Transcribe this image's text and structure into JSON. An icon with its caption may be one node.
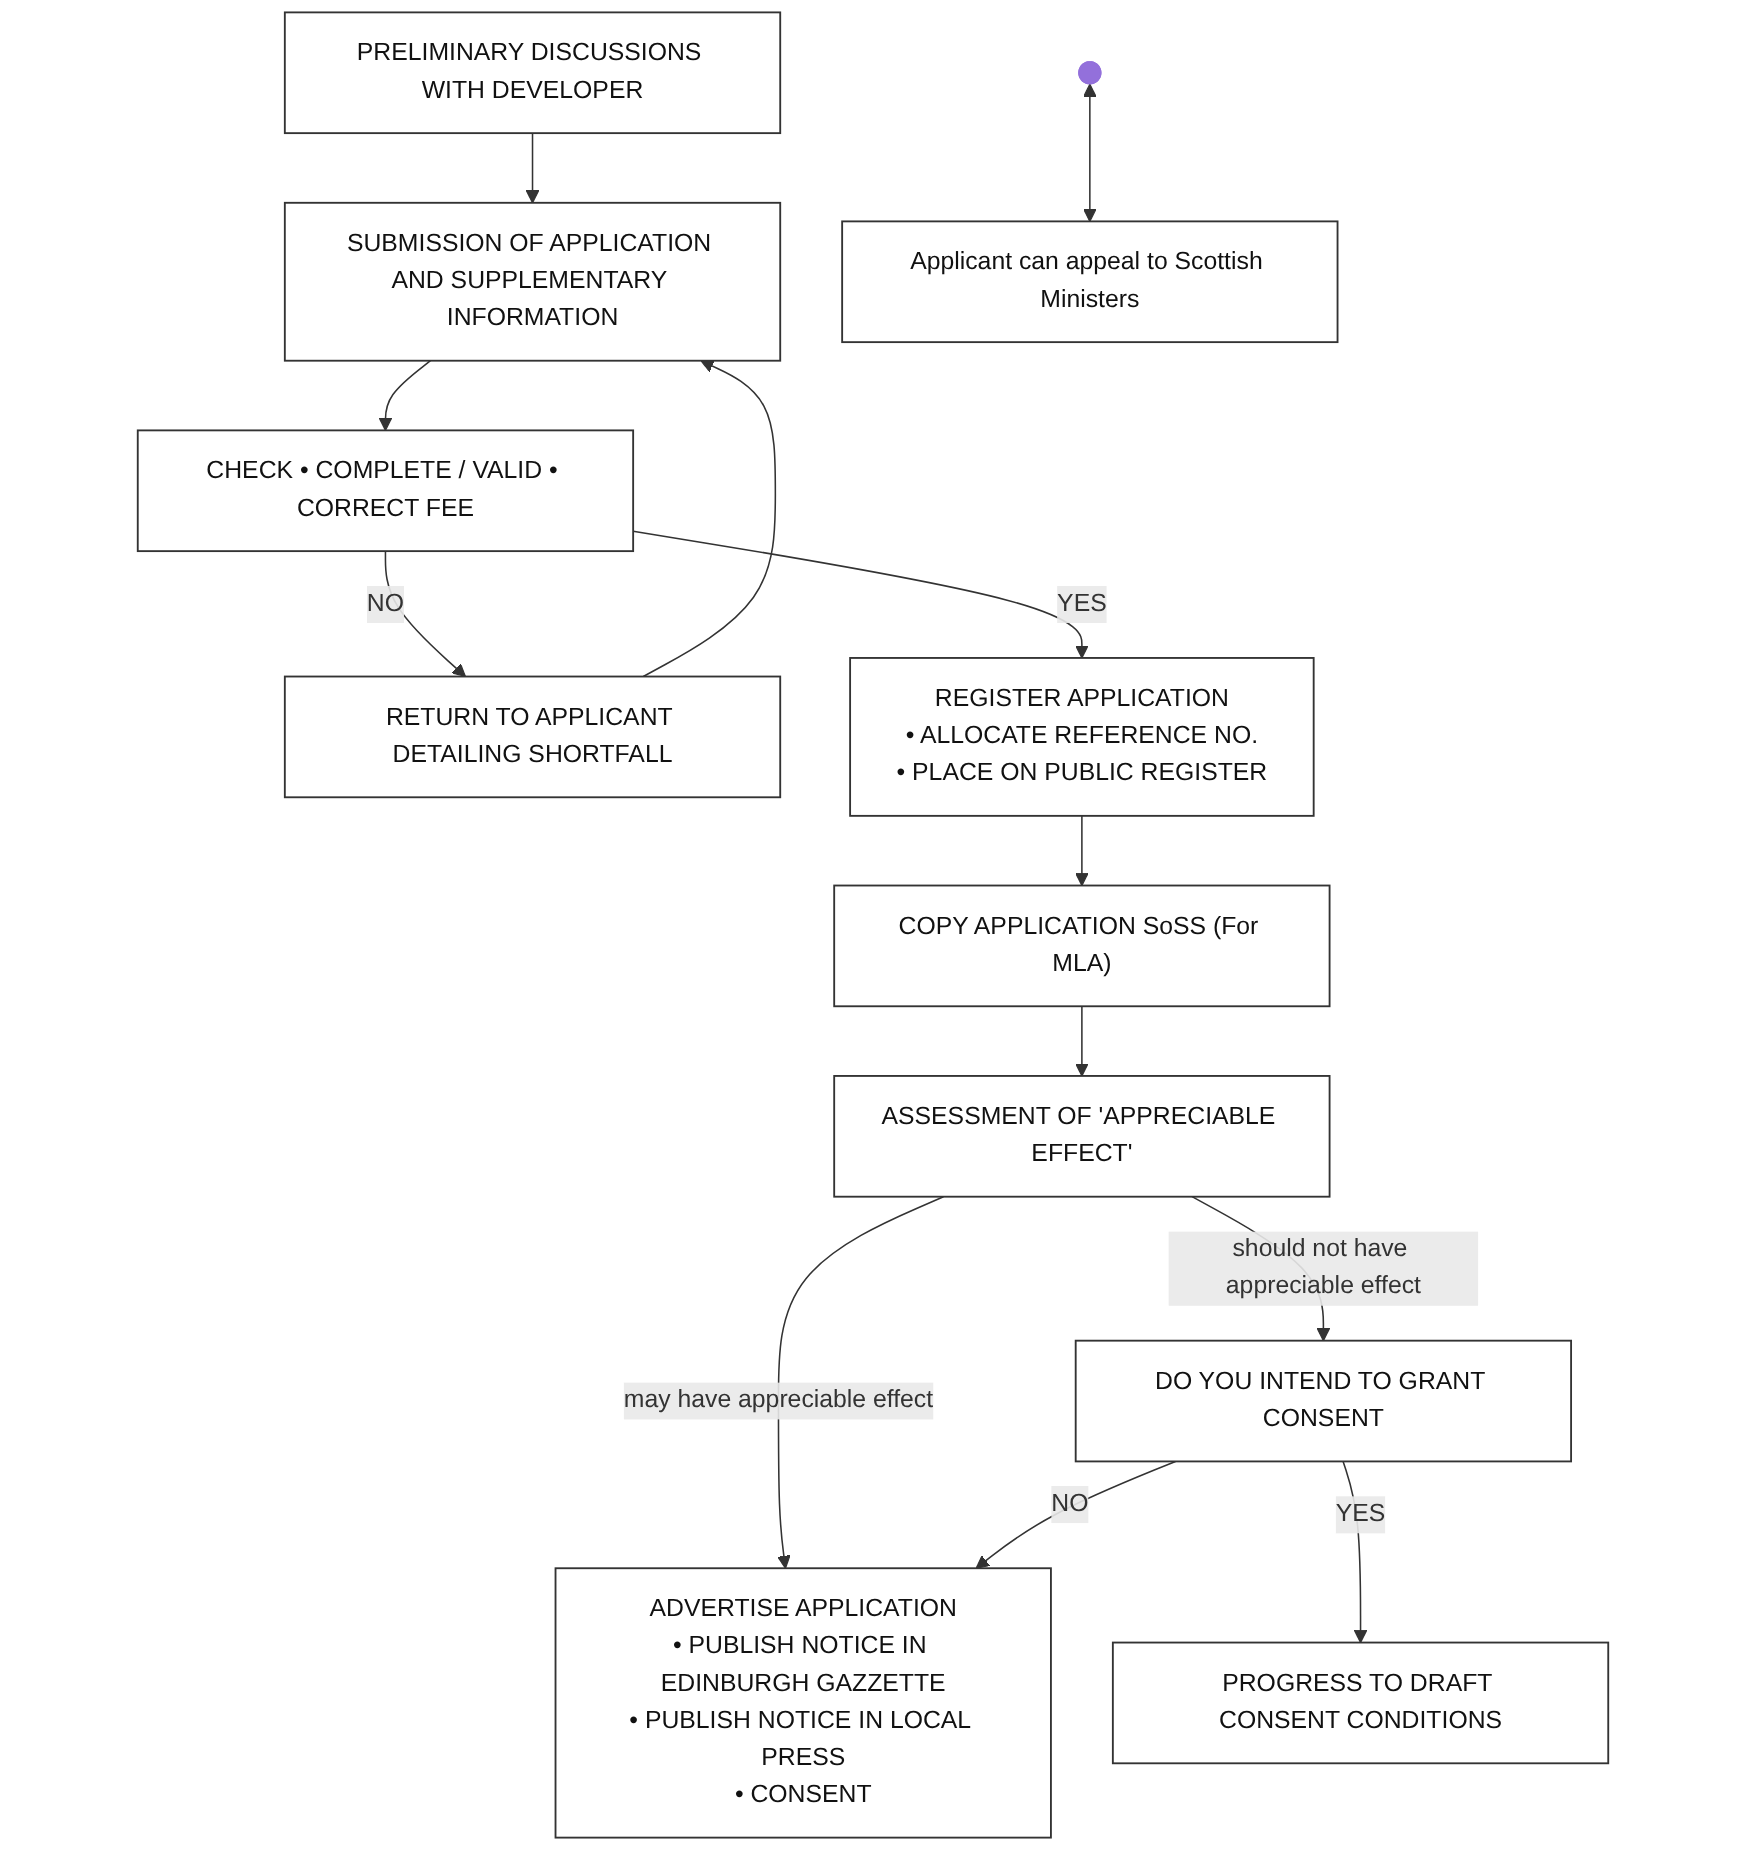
{
  "diagram": {
    "nodes": [
      {
        "text": [
          "PRELIMINARY DISCUSSIONS WITH DEVELOPER"
        ]
      },
      {
        "text": [
          "SUBMISSION OF APPLICATION AND SUPPLEMENTARY INFORMATION"
        ]
      },
      {
        "text": [
          "RETURN TO APPLICANT DETAILING SHORTFALL"
        ]
      },
      {
        "text": [
          "CHECK • COMPLETE / VALID • CORRECT FEE"
        ]
      },
      {
        "text": [
          "REGISTER APPLICATION",
          "• ALLOCATE REFERENCE NO.",
          "• PLACE ON PUBLIC REGISTER"
        ]
      },
      {
        "text": [
          "COPY APPLICATION SoSS (For MLA)"
        ]
      },
      {
        "text": [
          "ASSESSMENT OF 'APPRECIABLE EFFECT'"
        ]
      },
      {
        "text": [
          "DO YOU INTEND TO GRANT CONSENT"
        ]
      },
      {
        "text": [
          "ADVERTISE APPLICATION",
          "• PUBLISH NOTICE IN EDINBURGH GAZZETTE",
          "• PUBLISH NOTICE IN LOCAL PRESS",
          "• CONSENT"
        ]
      },
      {
        "text": [
          "PROGRESS TO DRAFT CONSENT CONDITIONS"
        ]
      },
      {
        "text": [
          "Applicant can appeal to Scottish Ministers"
        ]
      }
    ],
    "edges": [
      {
        "from": 0,
        "to": 1,
        "arrow": "to"
      },
      {
        "from": 1,
        "to": 3,
        "arrow": "to"
      },
      {
        "from": 3,
        "to": 2,
        "label": "NO",
        "arrow": "to"
      },
      {
        "from": 2,
        "to": 1,
        "arrow": "to"
      },
      {
        "from": 3,
        "to": 4,
        "label": "YES",
        "arrow": "to"
      },
      {
        "from": 4,
        "to": 5,
        "arrow": "to"
      },
      {
        "from": 5,
        "to": 6,
        "arrow": "to"
      },
      {
        "from": 6,
        "to": 7,
        "label": "should not have appreciable effect",
        "arrow": "to"
      },
      {
        "from": 6,
        "to": 8,
        "label": "may have appreciable effect",
        "arrow": "to"
      },
      {
        "from": 7,
        "to": 8,
        "label": "NO",
        "arrow": "to"
      },
      {
        "from": 7,
        "to": 9,
        "label": "YES",
        "arrow": "to"
      },
      {
        "from": null,
        "to": 10,
        "arrow": "both"
      }
    ]
  }
}
